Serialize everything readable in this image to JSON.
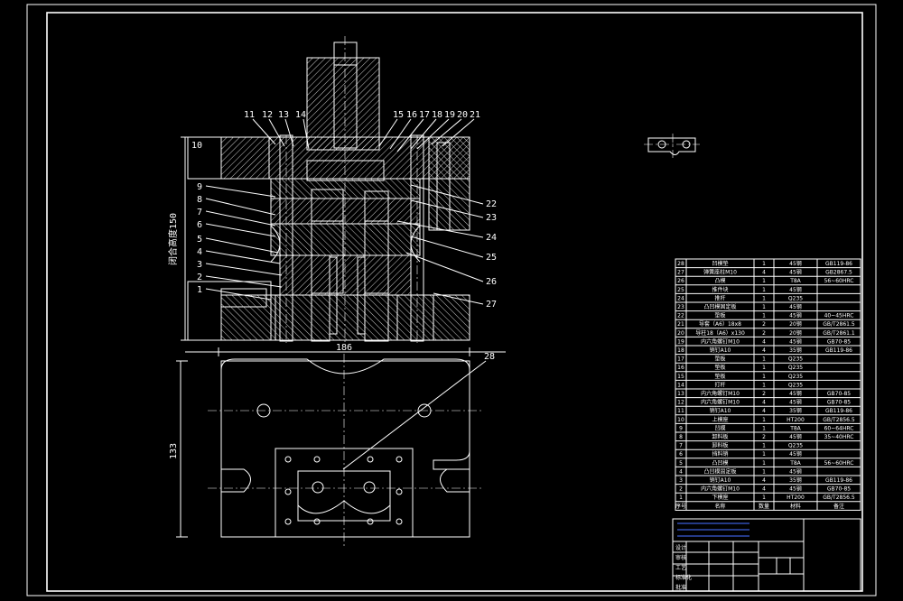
{
  "labels_top_left": [
    "11",
    "12",
    "13",
    "14"
  ],
  "labels_top_right": [
    "15",
    "16",
    "17",
    "18",
    "19",
    "20",
    "21"
  ],
  "labels_left": [
    "10",
    "9",
    "8",
    "7",
    "6",
    "5",
    "4",
    "3",
    "2",
    "1"
  ],
  "labels_right": [
    "22",
    "23",
    "24",
    "25",
    "26",
    "27"
  ],
  "label_28": "28",
  "dim_height": "闭合高度150",
  "dim_width": "186",
  "dim_height2": "133",
  "bom": [
    [
      "28",
      "凹模垫",
      "1",
      "45钢",
      "GB119-86"
    ],
    [
      "27",
      "弹簧座柱M10",
      "4",
      "45钢",
      "GB2867.5"
    ],
    [
      "26",
      "凸模",
      "1",
      "T8A",
      "56~60HRC"
    ],
    [
      "25",
      "推件块",
      "1",
      "45钢",
      ""
    ],
    [
      "24",
      "推杆",
      "1",
      "Q235",
      ""
    ],
    [
      "23",
      "凸凹模固定板",
      "1",
      "45钢",
      ""
    ],
    [
      "22",
      "垫板",
      "1",
      "45钢",
      "40~45HRC"
    ],
    [
      "21",
      "导套（A6）18x8",
      "2",
      "20钢",
      "GB/T2861.5"
    ],
    [
      "20",
      "导柱18（A6）x130",
      "2",
      "20钢",
      "GB/T2861.1"
    ],
    [
      "19",
      "内六角螺钉M10",
      "4",
      "45钢",
      "GB70-85"
    ],
    [
      "18",
      "销钉A10",
      "4",
      "35钢",
      "GB119-86"
    ],
    [
      "17",
      "垫板",
      "1",
      "Q235",
      ""
    ],
    [
      "16",
      "垫板",
      "1",
      "Q235",
      ""
    ],
    [
      "15",
      "垫板",
      "1",
      "Q235",
      ""
    ],
    [
      "14",
      "打杆",
      "1",
      "Q235",
      ""
    ],
    [
      "13",
      "内六角螺钉M10",
      "2",
      "45钢",
      "GB70-85"
    ],
    [
      "12",
      "内六角螺钉M10",
      "4",
      "45钢",
      "GB70-85"
    ],
    [
      "11",
      "销钉A10",
      "4",
      "35钢",
      "GB119-86"
    ],
    [
      "10",
      "上模座",
      "1",
      "HT200",
      "GB/T2856.5"
    ],
    [
      "9",
      "凹模",
      "1",
      "T8A",
      "60~64HRC"
    ],
    [
      "8",
      "卸料板",
      "2",
      "45钢",
      "35~40HRC"
    ],
    [
      "7",
      "卸料板",
      "1",
      "Q235",
      ""
    ],
    [
      "6",
      "挡料销",
      "1",
      "45钢",
      ""
    ],
    [
      "5",
      "凸凹模",
      "1",
      "T8A",
      "56~60HRC"
    ],
    [
      "4",
      "凸凹模固定板",
      "1",
      "45钢",
      ""
    ],
    [
      "3",
      "销钉A10",
      "4",
      "35钢",
      "GB119-86"
    ],
    [
      "2",
      "内六角螺钉M10",
      "4",
      "45钢",
      "GB70-85"
    ],
    [
      "1",
      "下模座",
      "1",
      "HT200",
      "GB/T2856.5"
    ]
  ],
  "bom_header": [
    "序号",
    "名称",
    "数量",
    "材料",
    "备注"
  ],
  "title_rows": [
    "设计",
    "审核",
    "工艺",
    "标准化",
    "批准"
  ]
}
